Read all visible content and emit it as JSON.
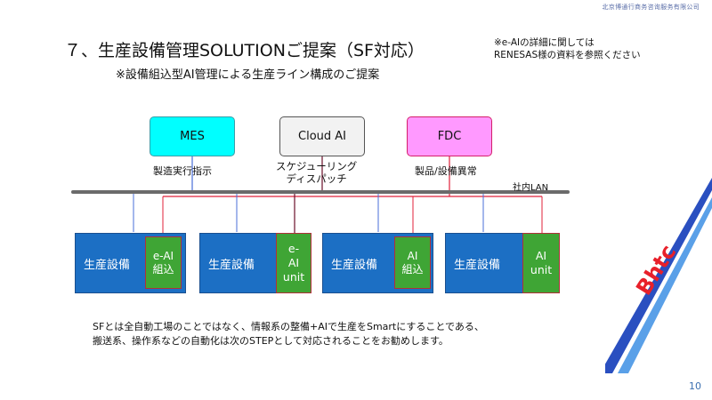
{
  "header": {
    "company": "北京博通行商务咨询服务有限公司",
    "title": "７、生産設備管理SOLUTIONご提案（SF対応）",
    "subtitle": "※設備組込型AI管理による生産ライン構成のご提案",
    "note_line1": "※e-AIの詳細に関しては",
    "note_line2": "RENESAS様の資料を参照ください"
  },
  "systems": {
    "mes": {
      "label": "MES",
      "caption": "製造実行指示",
      "color": "#00ffff"
    },
    "cloud": {
      "label": "Cloud AI",
      "caption_line1": "スケジューリング",
      "caption_line2": "ディスパッチ",
      "color": "#f2f2f2"
    },
    "fdc": {
      "label": "FDC",
      "caption": "製品/設備異常",
      "color": "#ff99ff"
    }
  },
  "network": {
    "label": "社内LAN"
  },
  "equipment": [
    {
      "label": "生産設備",
      "ai_line1": "e-AI",
      "ai_line2": "組込",
      "ai_line3": ""
    },
    {
      "label": "生産設備",
      "ai_line1": "e-",
      "ai_line2": "AI",
      "ai_line3": "unit"
    },
    {
      "label": "生産設備",
      "ai_line1": "AI",
      "ai_line2": "組込",
      "ai_line3": ""
    },
    {
      "label": "生産設備",
      "ai_line1": "AI",
      "ai_line2": "unit",
      "ai_line3": ""
    }
  ],
  "footer": {
    "line1": "SFとは全自動工場のことではなく、情報系の整備+AIで生産をSmartにすることである、",
    "line2": "搬送系、操作系などの自動化は次のSTEPとして対応されることをお勧めします。"
  },
  "logo": {
    "text": "Bhtc"
  },
  "page_number": "10",
  "colors": {
    "equipment_blue": "#1c6fc4",
    "ai_green": "#3fa535",
    "link_red": "#e0203a",
    "link_blue": "#4a6fd8",
    "lan_gray": "#6b6b6b"
  }
}
